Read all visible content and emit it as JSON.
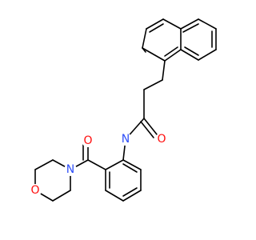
{
  "molecule": {
    "colors": {
      "bond": "#000000",
      "N": "#3050F8",
      "O": "#FF0D0D",
      "background": "#ffffff"
    },
    "atoms": {
      "n_amide": {
        "label": "N",
        "element": "N"
      },
      "o_amide": {
        "label": "O",
        "element": "O"
      },
      "o_ketone": {
        "label": "O",
        "element": "O"
      },
      "n_morph": {
        "label": "N",
        "element": "N"
      },
      "o_morph": {
        "label": "O",
        "element": "O"
      }
    }
  }
}
